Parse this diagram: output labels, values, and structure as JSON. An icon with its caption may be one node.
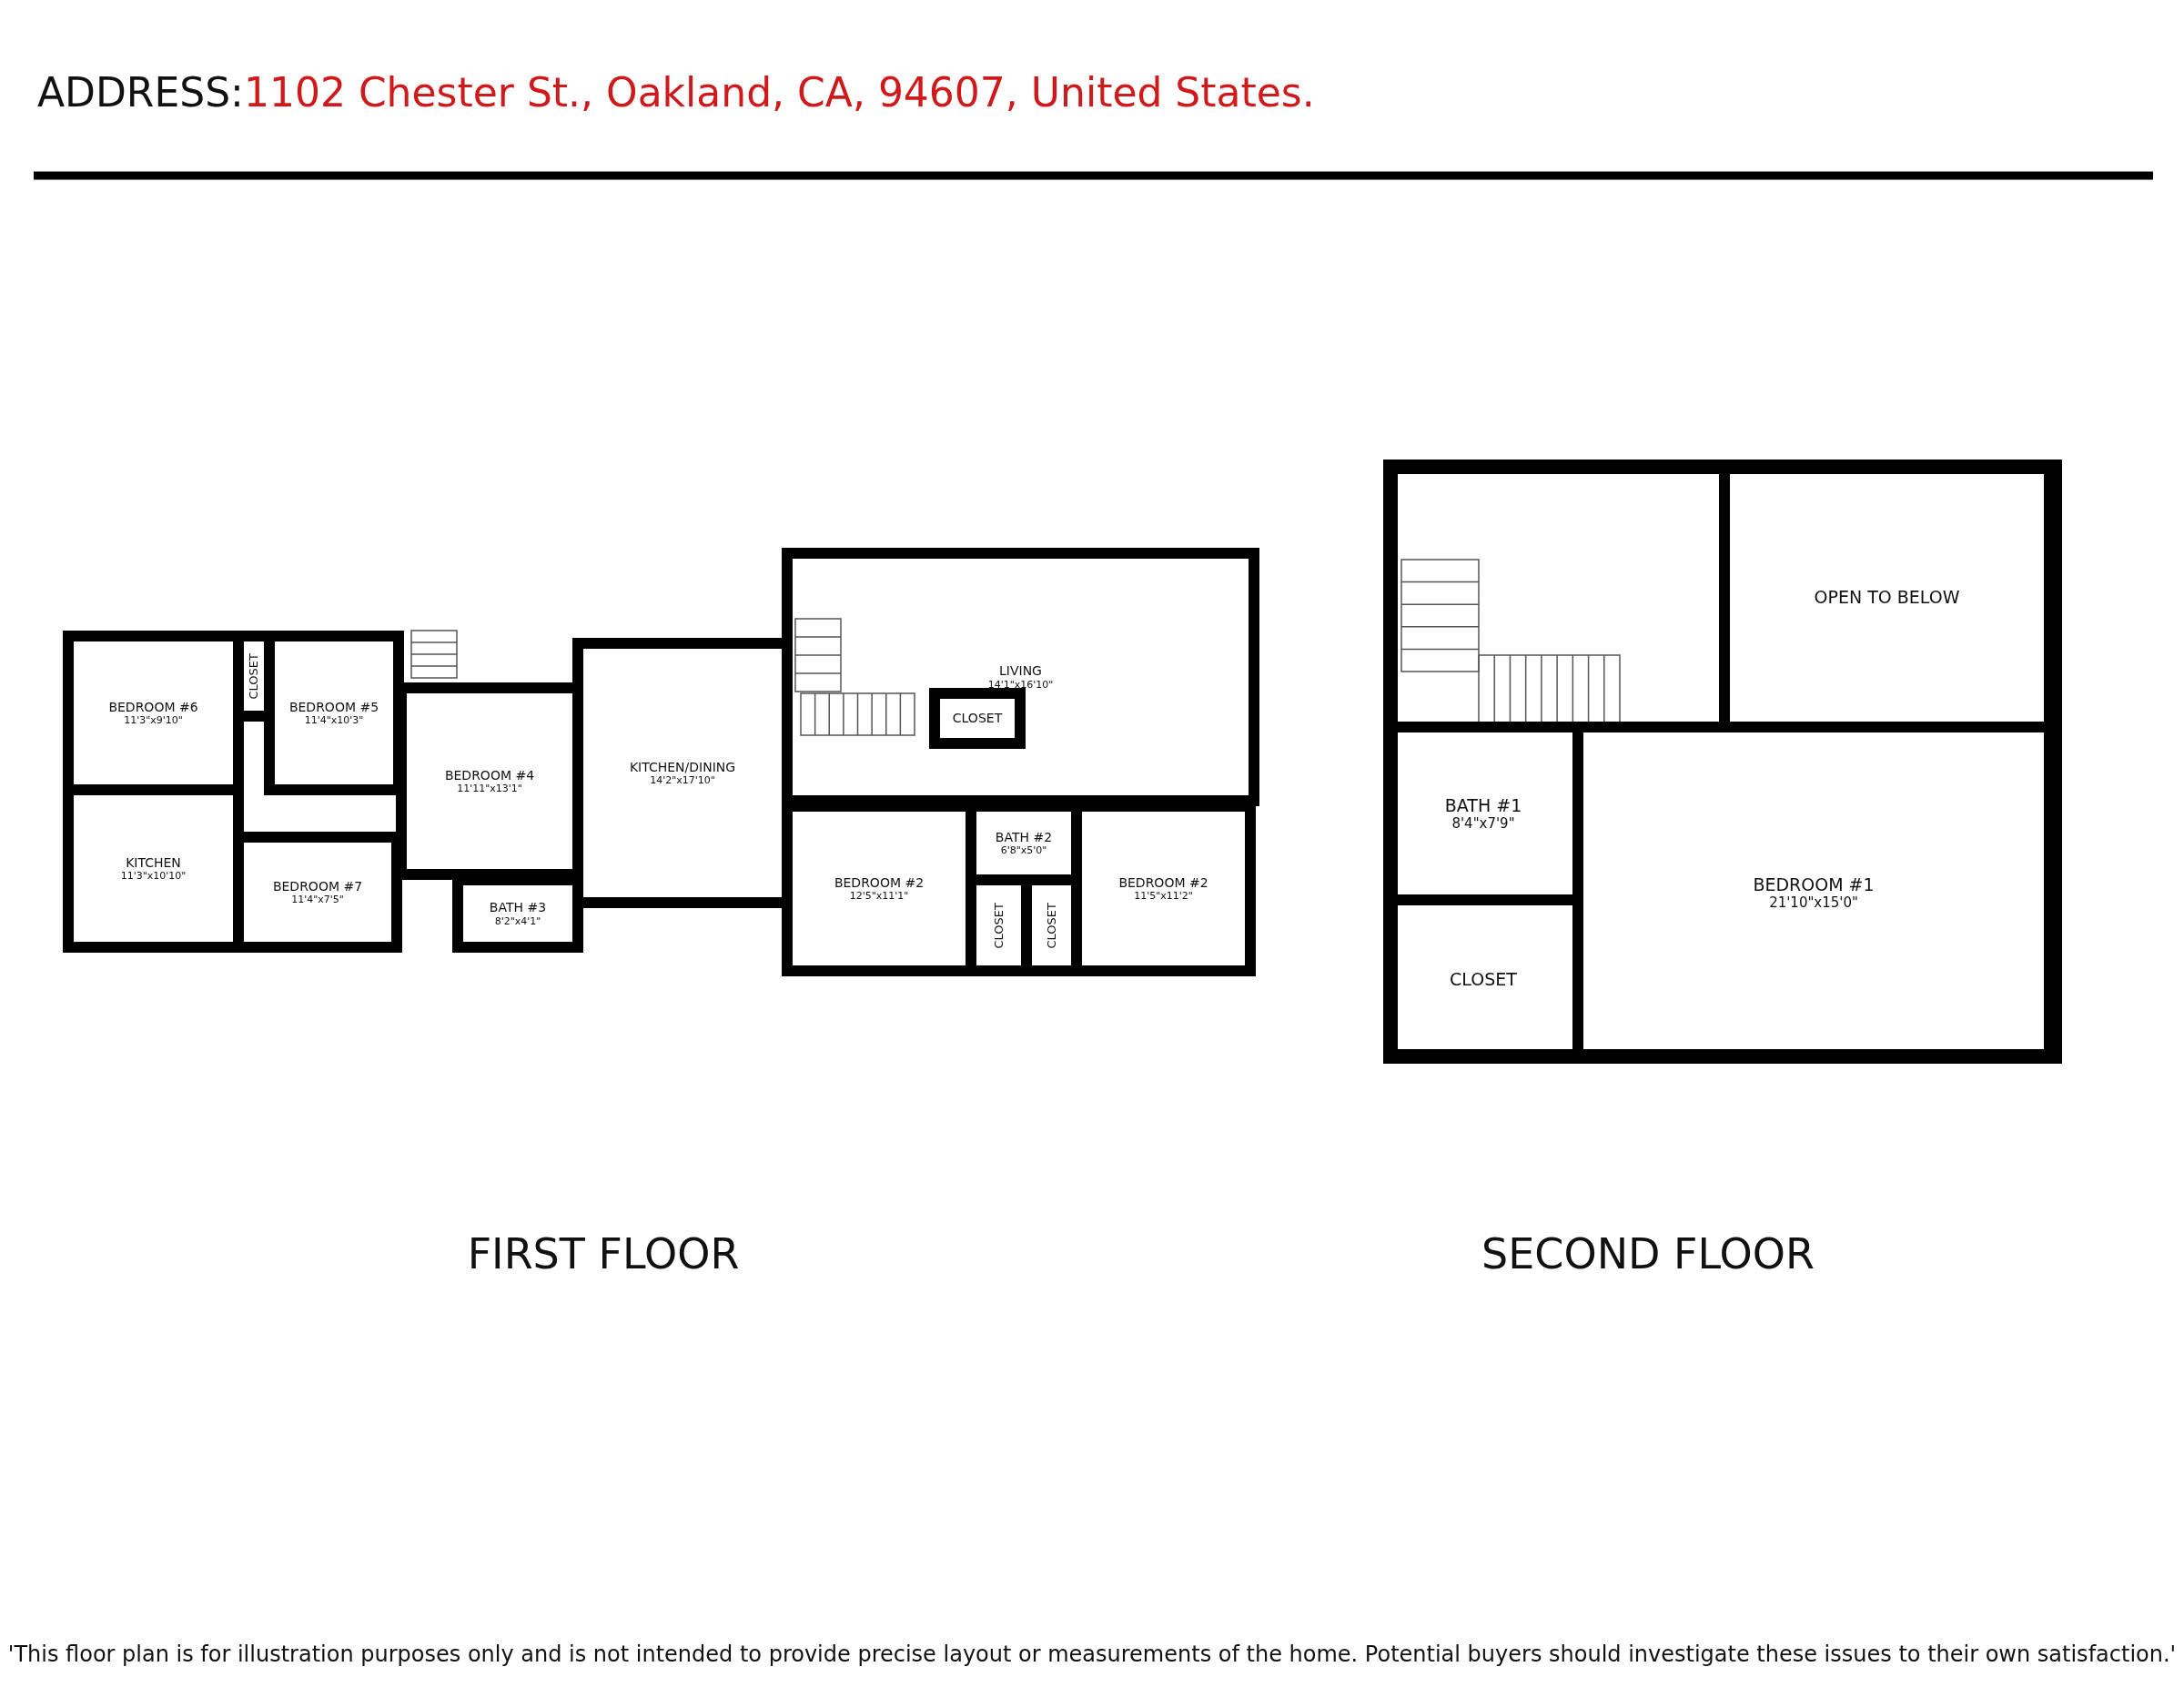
{
  "diagram": {
    "nodes": [
      {
        "text": [
          "BEDROOM #6",
          "11'3\"x9'10\""
        ]
      },
      {
        "text": [
          "CLOSET"
        ]
      },
      {
        "text": [
          "BEDROOM #5",
          "11'4\"x10'3\""
        ]
      },
      {
        "text": [
          "BEDROOM #4",
          "11'11\"x13'1\""
        ]
      },
      {
        "text": [
          "KITCHEN/DINING",
          "14'2\"x17'10\""
        ]
      },
      {
        "text": [
          "LIVING",
          "14'1\"x16'10\""
        ]
      },
      {
        "text": [
          "CLOSET"
        ],
        "in": 5
      },
      {
        "text": [
          "KITCHEN",
          "11'3\"x10'10\""
        ]
      },
      {
        "text": [
          "BEDROOM #7",
          "11'4\"x7'5\""
        ]
      },
      {
        "text": [
          "BATH #3",
          "8'2\"x4'1\""
        ]
      },
      {
        "text": [
          "BATH #2",
          "6'8\"x5'0\""
        ]
      },
      {
        "text": [
          "BEDROOM #2",
          "12'5\"x11'1\""
        ]
      },
      {
        "text": [
          "BEDROOM #2",
          "11'5\"x11'2\""
        ]
      },
      {
        "text": [
          "CLOSET"
        ]
      },
      {
        "text": [
          "CLOSET"
        ]
      },
      {
        "text": [
          "OPEN TO BELOW"
        ]
      },
      {
        "text": [
          "BATH #1",
          "8'4\"x7'9\""
        ]
      },
      {
        "text": [
          "BEDROOM #1",
          "21'10\"x15'0\""
        ]
      },
      {
        "text": [
          "CLOSET"
        ]
      }
    ],
    "labels": [
      "ADDRESS:",
      "1102 Chester St., Oakland, CA, 94607, United States.",
      "FIRST FLOOR",
      "SECOND FLOOR"
    ],
    "caption": "'This floor plan is for illustration purposes only and is not intended to provide precise layout or measurements of the home. Potential buyers should investigate these issues to their own satisfaction.'"
  }
}
